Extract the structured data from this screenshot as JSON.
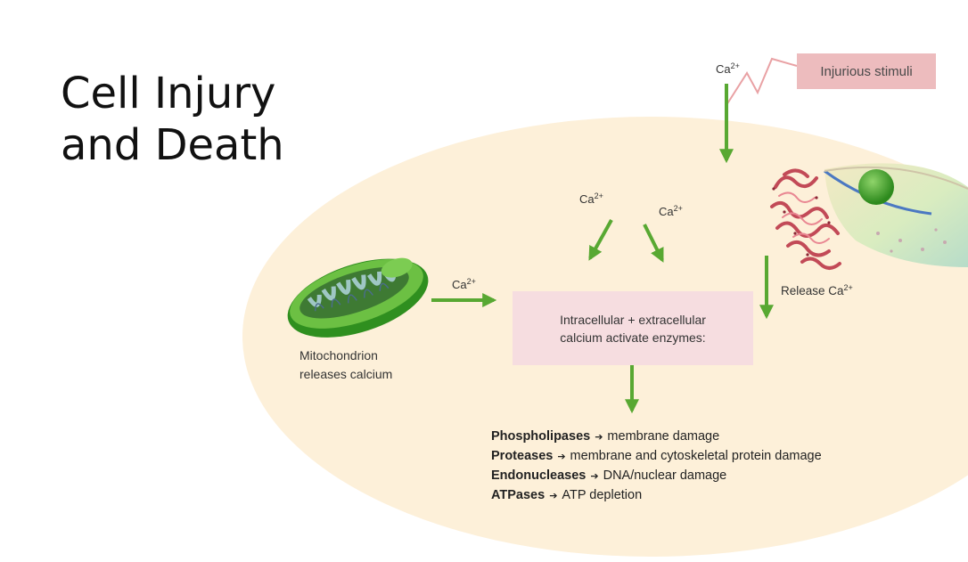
{
  "title": {
    "line1": "Cell Injury",
    "line2": "and Death"
  },
  "stimulus": {
    "label": "Injurious stimuli",
    "ion": "Ca",
    "charge": "2+"
  },
  "influx": [
    {
      "ion": "Ca",
      "charge": "2+"
    },
    {
      "ion": "Ca",
      "charge": "2+"
    }
  ],
  "mitochondrion": {
    "line1": "Mitochondrion",
    "line2": "releases calcium",
    "ion": "Ca",
    "charge": "2+"
  },
  "er": {
    "label": "Release Ca",
    "charge": "2+"
  },
  "enzyme_box": {
    "line1": "Intracellular + extracellular",
    "line2": "calcium activate enzymes:"
  },
  "effects": [
    {
      "enzyme": "Phospholipases",
      "effect": "membrane damage"
    },
    {
      "enzyme": "Proteases",
      "effect": "membrane and cytoskeletal protein damage"
    },
    {
      "enzyme": "Endonucleases",
      "effect": "DNA/nuclear damage"
    },
    {
      "enzyme": "ATPases",
      "effect": "ATP depletion"
    }
  ],
  "colors": {
    "cell": "#fdf0d9",
    "arrow": "#58a832",
    "stimulus_box": "#edbcbe",
    "enzyme_box": "#f6dde0",
    "zigzag": "#e9a1a4"
  }
}
